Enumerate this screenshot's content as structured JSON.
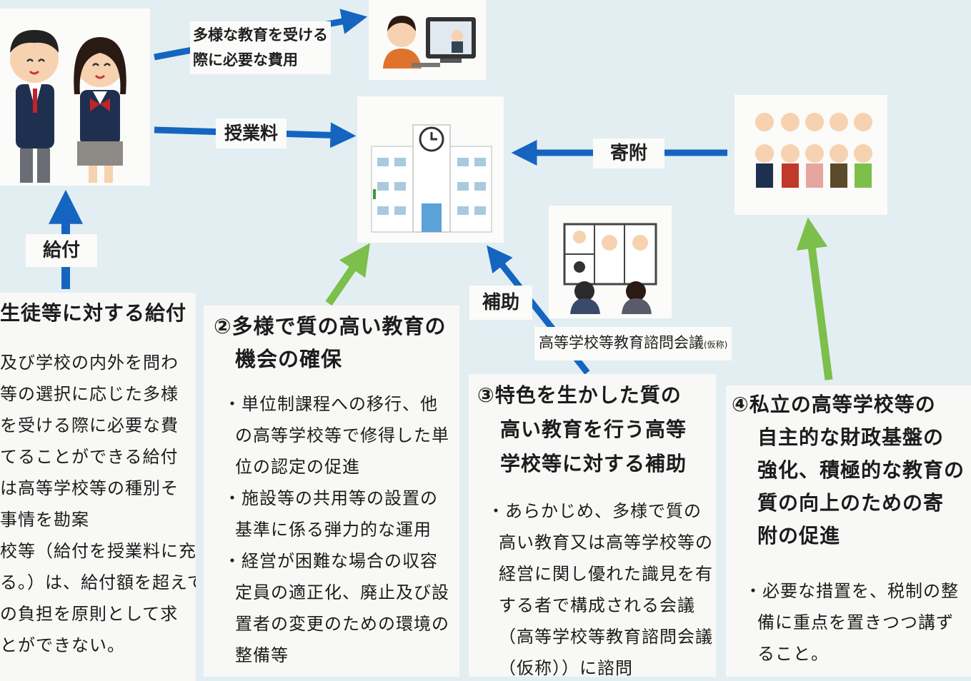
{
  "labels": {
    "cost": [
      "多様な教育を受ける",
      "際に必要な費用"
    ],
    "tuition": "授業料",
    "donation": "寄附",
    "benefit": "給付",
    "subsidy": "補助",
    "council": "高等学校等教育諮問会議",
    "council_note": "(仮称)"
  },
  "box1": {
    "title": "生徒等に対する給付",
    "lines": [
      "及び学校の内外を問わ",
      "等の選択に応じた多様",
      "を受ける際に必要な費",
      "てることができる給付",
      "は高等学校等の種別そ",
      "事情を勘案",
      "校等（給付を授業料に充てる",
      "る。）は、給付額を超えて",
      "の負担を原則として求",
      "とができない。"
    ]
  },
  "box2": {
    "title": [
      "②多様で質の高い教育の",
      "機会の確保"
    ],
    "items": [
      "・単位制課程への移行、他の高等学校等で修得した単位の認定の促進",
      "・施設等の共用等の設置の基準に係る弾力的な運用",
      "・経営が困難な場合の収容定員の適正化、廃止及び設置者の変更のための環境の整備等"
    ]
  },
  "box3": {
    "title": [
      "③特色を生かした質の",
      "高い教育を行う高等",
      "学校等に対する補助"
    ],
    "items": [
      "・あらかじめ、多様で質の高い教育又は高等学校等の経営に関し優れた識見を有する者で構成される会議（高等学校等教育諮問会議（仮称））に諮問"
    ]
  },
  "box4": {
    "title": [
      "④私立の高等学校等の",
      "自主的な財政基盤の",
      "強化、積極的な教育の",
      "質の向上のための寄",
      "附の促進"
    ],
    "items": [
      "・必要な措置を、税制の整備に重点を置きつつ講ずること。"
    ]
  },
  "colors": {
    "blue_arrow": "#1565c0",
    "green_arrow": "#7cbf4a",
    "background": "#e3eef3"
  }
}
